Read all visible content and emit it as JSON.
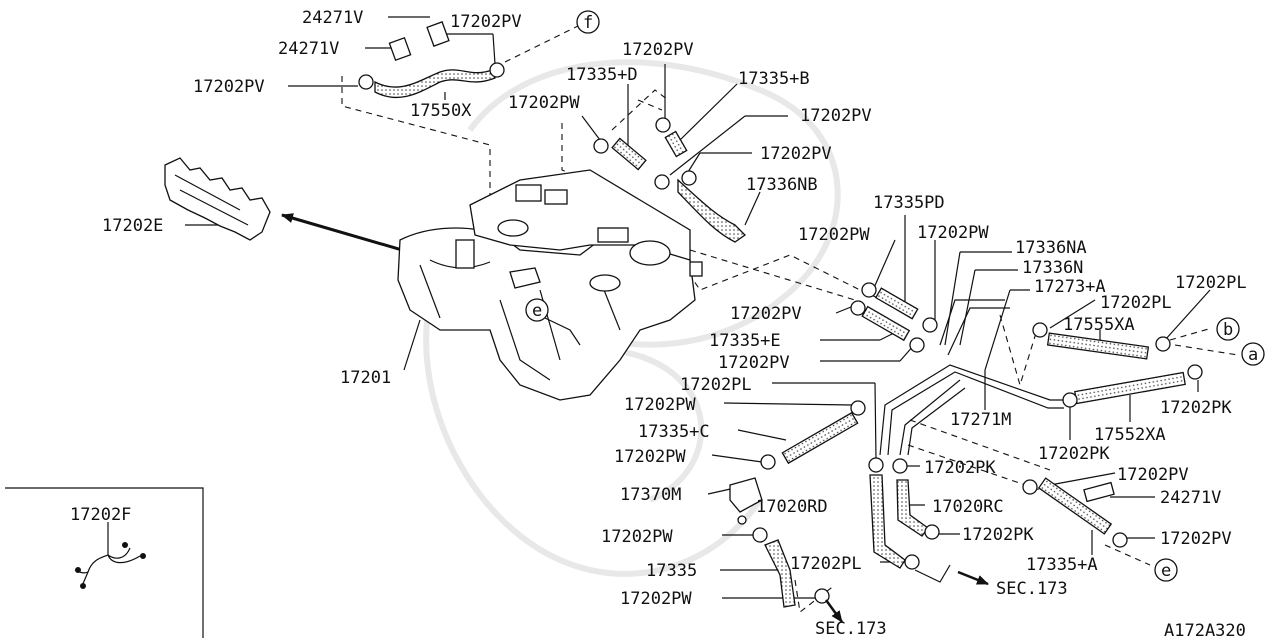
{
  "diagram_id": "A172A320",
  "labels": {
    "v24271_a": "24271V",
    "v24271_b": "24271V",
    "v24271_c": "24271V",
    "pv_top": "17202PV",
    "pv_left": "17202PV",
    "pv_mid": "17202PV",
    "pv_r1": "17202PV",
    "pv_r2": "17202PV",
    "pv_c1": "17202PV",
    "pv_c2": "17202PV",
    "pv_br1": "17202PV",
    "pv_br2": "17202PV",
    "x17550": "17550X",
    "d17335": "17335+D",
    "b17335": "17335+B",
    "pw_top": "17202PW",
    "nb17336": "17336NB",
    "e17202": "17202E",
    "pd17335": "17335PD",
    "pw_c1": "17202PW",
    "pw_c2": "17202PW",
    "na17336": "17336NA",
    "n17336": "17336N",
    "a17273": "17273+A",
    "pl_r1": "17202PL",
    "pl_r2": "17202PL",
    "pl_mid": "17202PL",
    "pl_bot": "17202PL",
    "xa17555": "17555XA",
    "e17335": "17335+E",
    "t17201": "17201",
    "m17271": "17271M",
    "pk_r": "17202PK",
    "pk_m": "17202PK",
    "pk_c": "17202PK",
    "pk_b": "17202PK",
    "xa17552": "17552XA",
    "pw_l1": "17202PW",
    "pw_l2": "17202PW",
    "pw_l3": "17202PW",
    "pw_l4": "17202PW",
    "c17335": "17335+C",
    "m17370": "17370M",
    "rd17020": "17020RD",
    "rc17020": "17020RC",
    "a17335": "17335+A",
    "p17335": "17335",
    "f17202": "17202F",
    "sec_a": "SEC.173",
    "sec_b": "SEC.173"
  },
  "callouts": {
    "f": "f",
    "e1": "e",
    "e2": "e",
    "b": "b",
    "a": "a"
  }
}
